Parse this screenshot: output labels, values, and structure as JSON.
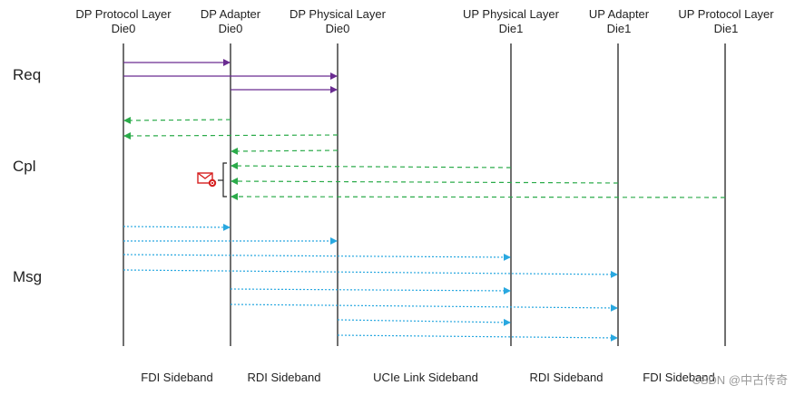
{
  "lanes": [
    {
      "line1": "DP Protocol Layer",
      "line2": "Die0"
    },
    {
      "line1": "DP Adapter",
      "line2": "Die0"
    },
    {
      "line1": "DP Physical Layer",
      "line2": "Die0"
    },
    {
      "line1": "UP Physical Layer",
      "line2": "Die1"
    },
    {
      "line1": "UP Adapter",
      "line2": "Die1"
    },
    {
      "line1": "UP Protocol Layer",
      "line2": "Die1"
    }
  ],
  "rows": {
    "req": "Req",
    "cpl": "Cpl",
    "msg": "Msg"
  },
  "interfaces": [
    "FDI Sideband",
    "RDI Sideband",
    "UCIe Link Sideband",
    "RDI Sideband",
    "FDI Sideband"
  ],
  "watermark": "CSDN @中古传奇",
  "colors": {
    "req": "#6a2c91",
    "cpl": "#2bab4a",
    "msg": "#29a8e0",
    "lifeline": "#222222",
    "mail": "#d62020"
  },
  "icons": {
    "mail": "mail-at-icon"
  }
}
